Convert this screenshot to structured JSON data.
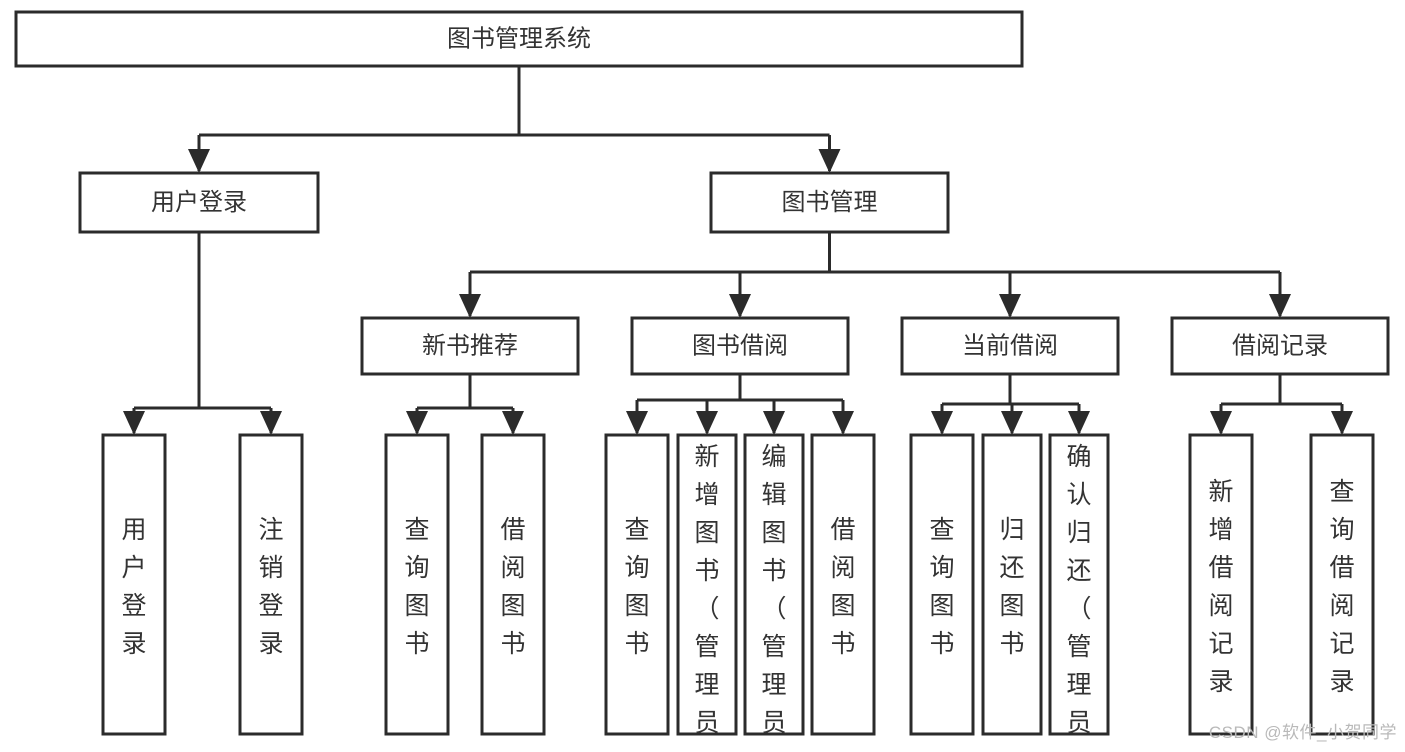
{
  "diagram": {
    "type": "tree-hierarchy",
    "title": "图书管理系统",
    "watermark": "CSDN @软件_小贺同学",
    "colors": {
      "background": "#ffffff",
      "box_fill": "#ffffff",
      "box_stroke": "#2b2b2b",
      "text": "#333333",
      "watermark": "#b9b9b9"
    },
    "levels": [
      {
        "level": 1,
        "nodes": [
          {
            "id": "root",
            "label": "图书管理系统",
            "orientation": "horizontal"
          }
        ]
      },
      {
        "level": 2,
        "nodes": [
          {
            "id": "user-login",
            "label": "用户登录",
            "orientation": "horizontal",
            "parent": "root"
          },
          {
            "id": "book-manage",
            "label": "图书管理",
            "orientation": "horizontal",
            "parent": "root"
          }
        ]
      },
      {
        "level": 3,
        "nodes": [
          {
            "id": "new-book-rec",
            "label": "新书推荐",
            "orientation": "horizontal",
            "parent": "book-manage"
          },
          {
            "id": "book-borrow",
            "label": "图书借阅",
            "orientation": "horizontal",
            "parent": "book-manage"
          },
          {
            "id": "current-borrow",
            "label": "当前借阅",
            "orientation": "horizontal",
            "parent": "book-manage"
          },
          {
            "id": "borrow-record",
            "label": "借阅记录",
            "orientation": "horizontal",
            "parent": "book-manage"
          }
        ]
      },
      {
        "level": 4,
        "nodes": [
          {
            "id": "leaf-user-login",
            "label": "用户登录",
            "orientation": "vertical",
            "parent": "user-login"
          },
          {
            "id": "leaf-logout",
            "label": "注销登录",
            "orientation": "vertical",
            "parent": "user-login"
          },
          {
            "id": "leaf-query-book-1",
            "label": "查询图书",
            "orientation": "vertical",
            "parent": "new-book-rec"
          },
          {
            "id": "leaf-borrow-book-1",
            "label": "借阅图书",
            "orientation": "vertical",
            "parent": "new-book-rec"
          },
          {
            "id": "leaf-query-book-2",
            "label": "查询图书",
            "orientation": "vertical",
            "parent": "book-borrow"
          },
          {
            "id": "leaf-add-book",
            "label": "新增图书（管理员）",
            "orientation": "vertical",
            "parent": "book-borrow"
          },
          {
            "id": "leaf-edit-book",
            "label": "编辑图书（管理员）",
            "orientation": "vertical",
            "parent": "book-borrow"
          },
          {
            "id": "leaf-borrow-book-2",
            "label": "借阅图书",
            "orientation": "vertical",
            "parent": "book-borrow"
          },
          {
            "id": "leaf-query-book-3",
            "label": "查询图书",
            "orientation": "vertical",
            "parent": "current-borrow"
          },
          {
            "id": "leaf-return-book",
            "label": "归还图书",
            "orientation": "vertical",
            "parent": "current-borrow"
          },
          {
            "id": "leaf-confirm-return",
            "label": "确认归还（管理员）",
            "orientation": "vertical",
            "parent": "current-borrow"
          },
          {
            "id": "leaf-add-record",
            "label": "新增借阅记录",
            "orientation": "vertical",
            "parent": "borrow-record"
          },
          {
            "id": "leaf-query-record",
            "label": "查询借阅记录",
            "orientation": "vertical",
            "parent": "borrow-record"
          }
        ]
      }
    ]
  }
}
